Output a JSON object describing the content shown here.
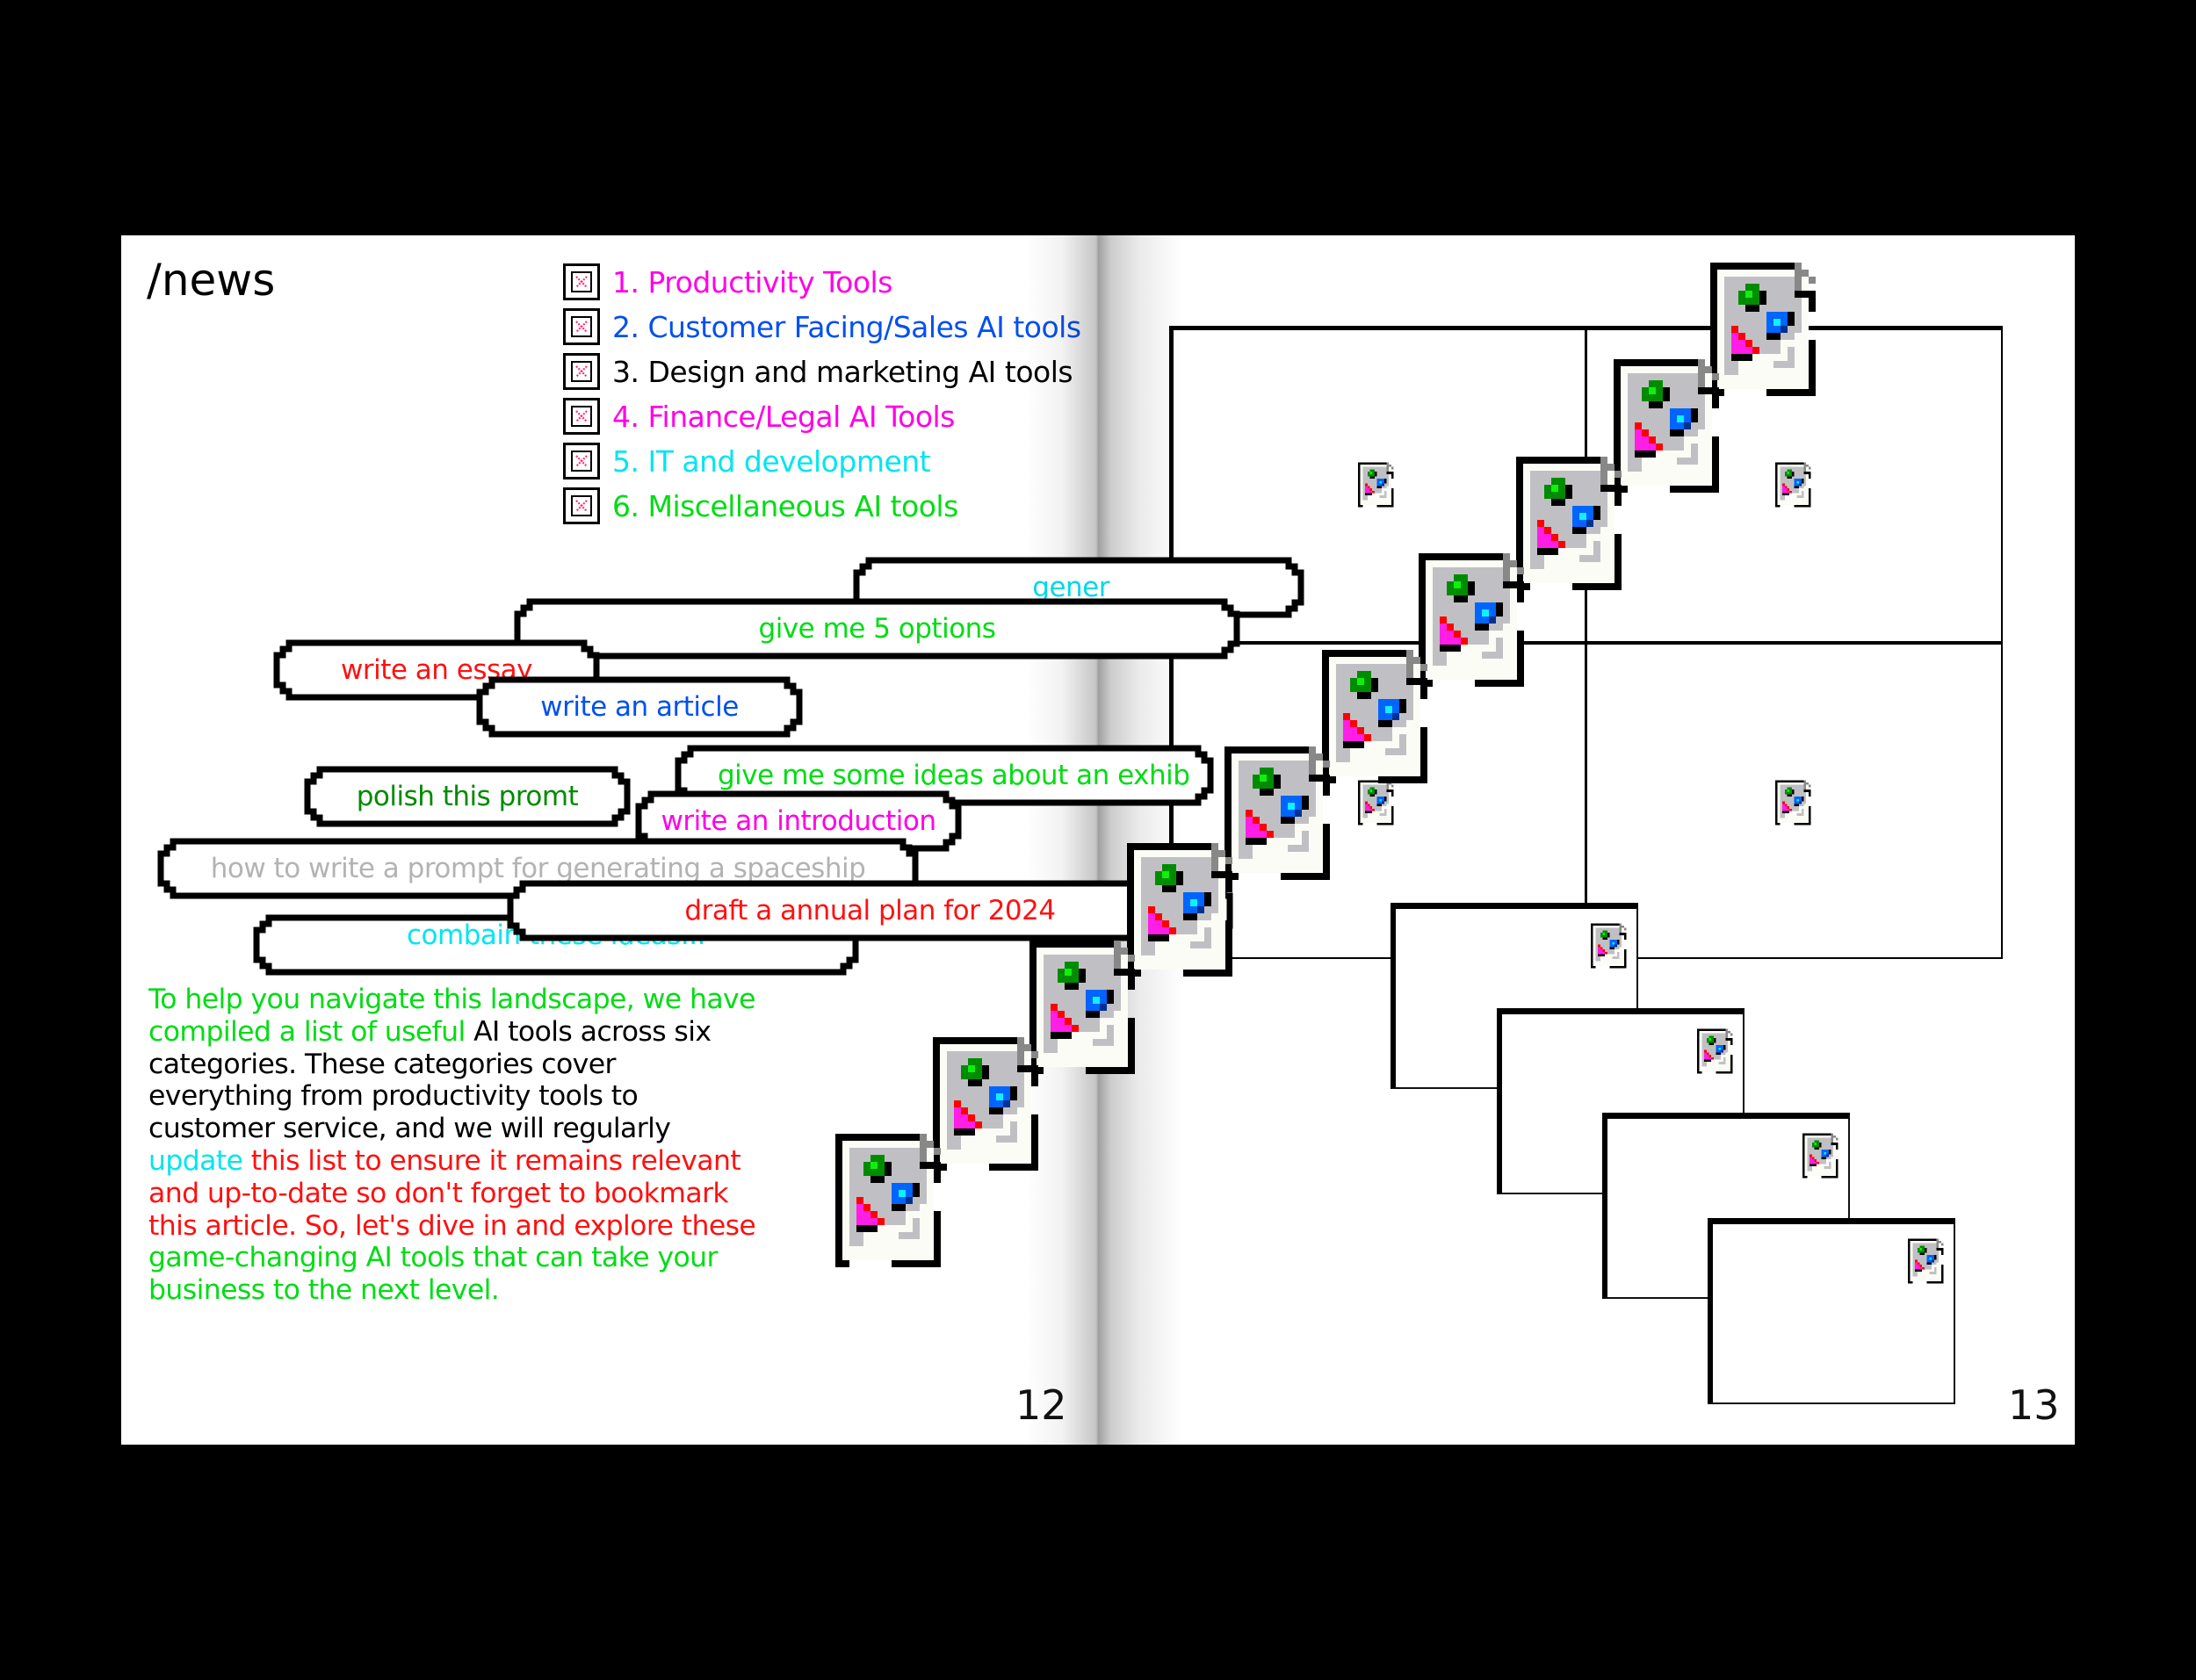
{
  "spread": {
    "section_title": "/news",
    "left_page_number": "12",
    "right_page_number": "13"
  },
  "toc": {
    "items": [
      {
        "label": "1. Productivity Tools",
        "color": "#ff00e6",
        "icon": "broken-checkbox-icon"
      },
      {
        "label": "2. Customer Facing/Sales AI tools",
        "color": "#0050f0",
        "icon": "broken-checkbox-icon"
      },
      {
        "label": "3. Design and marketing AI tools",
        "color": "#000000",
        "icon": "broken-checkbox-icon"
      },
      {
        "label": "4. Finance/Legal AI Tools",
        "color": "#ff00e6",
        "icon": "broken-checkbox-icon"
      },
      {
        "label": "5. IT and development",
        "color": "#00e5f0",
        "icon": "broken-checkbox-icon"
      },
      {
        "label": "6. Miscellaneous AI tools",
        "color": "#00dc14",
        "icon": "broken-checkbox-icon"
      }
    ]
  },
  "prompts": [
    {
      "label": "generate",
      "visible_text": "gener",
      "color": "#00d8e8"
    },
    {
      "label": "give me 5 options",
      "color": "#00dc14"
    },
    {
      "label": "write an essay",
      "color": "#ff1010"
    },
    {
      "label": "write an article",
      "color": "#0050f0"
    },
    {
      "label": "give me some ideas about an exhib",
      "color": "#00dc14"
    },
    {
      "label": "polish this promt",
      "color": "#008a00"
    },
    {
      "label": "write an introduction",
      "color": "#ff00e6"
    },
    {
      "label": "how to write a prompt for generating a spaceship",
      "color": "#b3b3b3"
    },
    {
      "label": "draft a annual plan for 2024",
      "color": "#ff1010"
    },
    {
      "label": "combain these ideas...",
      "color": "#00e5f0"
    }
  ],
  "body": {
    "segments": [
      {
        "text": "To help you navigate this landscape, we have compiled a list of useful ",
        "color": "#00dc14"
      },
      {
        "text": "AI tools across six categories. These categories cover everything from productivity tools to customer service, and we will regularly ",
        "color": "#000000"
      },
      {
        "text": "update",
        "color": "#00e5f0"
      },
      {
        "text": " this list to ensure it remains relevant and up-to-date so don't forget to bookmark this article. So, let's dive in and explore these ",
        "color": "#ff1010"
      },
      {
        "text": "game-changing AI tools that can take your business to the next level.",
        "color": "#00dc14"
      }
    ]
  },
  "illustration": {
    "icon": "broken-image-icon",
    "diagonal_icon_count": 10,
    "grid_cell_icon_count": 4,
    "stacked_window_count": 4
  },
  "colors": {
    "page": "#ffffff",
    "background": "#000000",
    "icon_green": "#008c00",
    "icon_blue": "#0064ff",
    "icon_magenta": "#ff1ee6",
    "icon_red": "#ff0000",
    "icon_gray": "#c0c0c0"
  }
}
